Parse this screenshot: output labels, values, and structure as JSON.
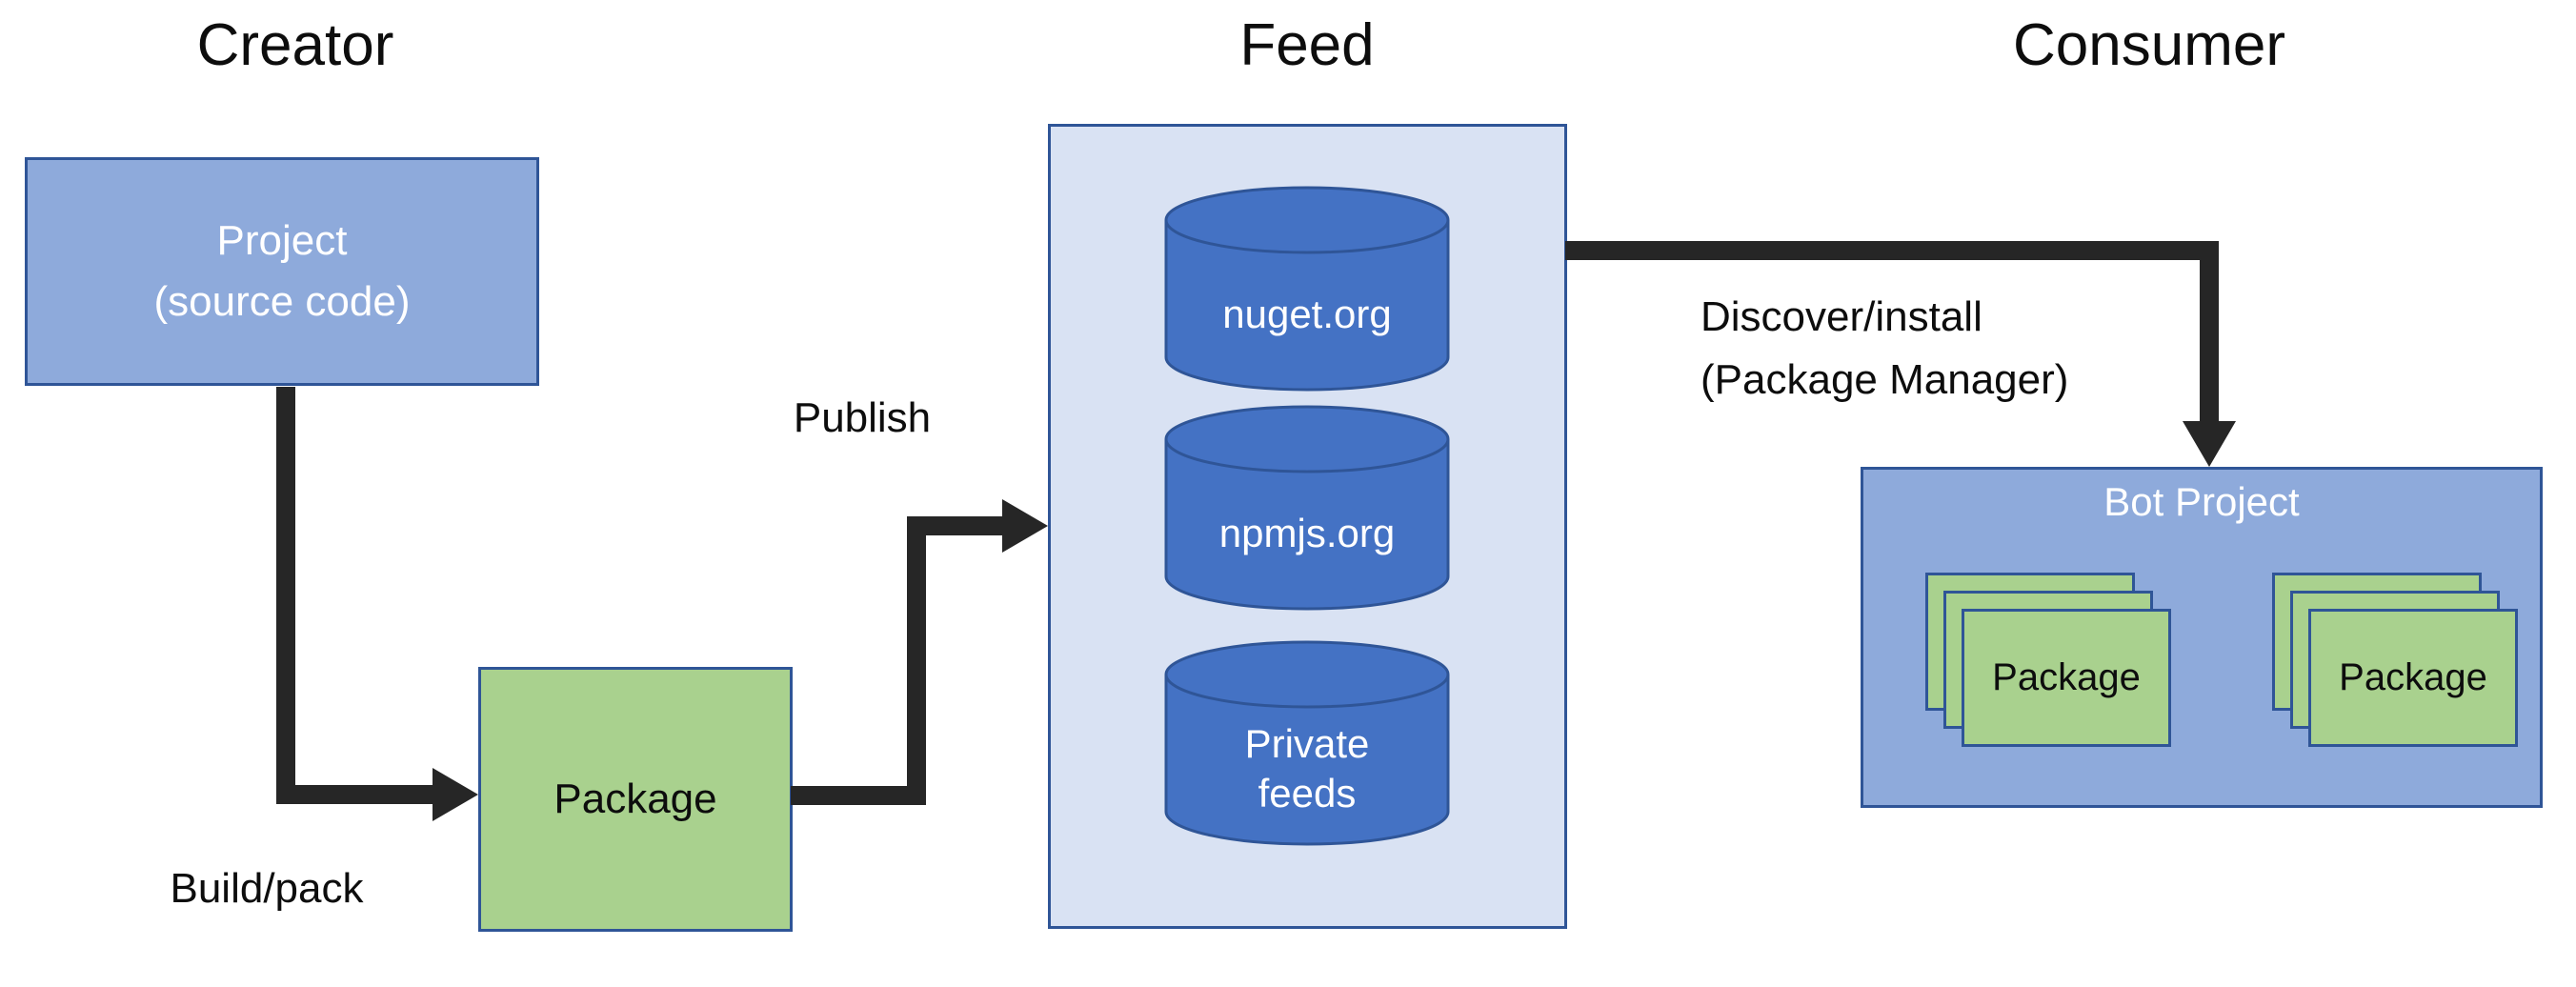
{
  "headings": {
    "creator": "Creator",
    "feed": "Feed",
    "consumer": "Consumer"
  },
  "creator": {
    "project": {
      "lines": [
        "Project",
        "(source code)"
      ]
    },
    "package_label": "Package",
    "build_arrow_label": "Build/pack"
  },
  "publish_arrow_label": "Publish",
  "feed": {
    "cylinders": [
      {
        "label": "nuget.org"
      },
      {
        "label": "npmjs.org"
      },
      {
        "label": "Private feeds"
      }
    ]
  },
  "consumer": {
    "bot_project_title": "Bot Project",
    "discover_arrow_label_lines": [
      "Discover/install",
      "(Package Manager)"
    ],
    "package_stacks": [
      {
        "label": "Package",
        "card_count": 3
      },
      {
        "label": "Package",
        "card_count": 3
      }
    ]
  },
  "colors": {
    "node_blue": "#8EAADB",
    "node_green": "#A9D18E",
    "feed_background": "#D9E2F3",
    "cylinder_blue": "#4472C4",
    "border_blue": "#2F5597",
    "arrow_black": "#262626",
    "heading_text": "#0D0D0D",
    "light_text": "#FFFFFF"
  }
}
